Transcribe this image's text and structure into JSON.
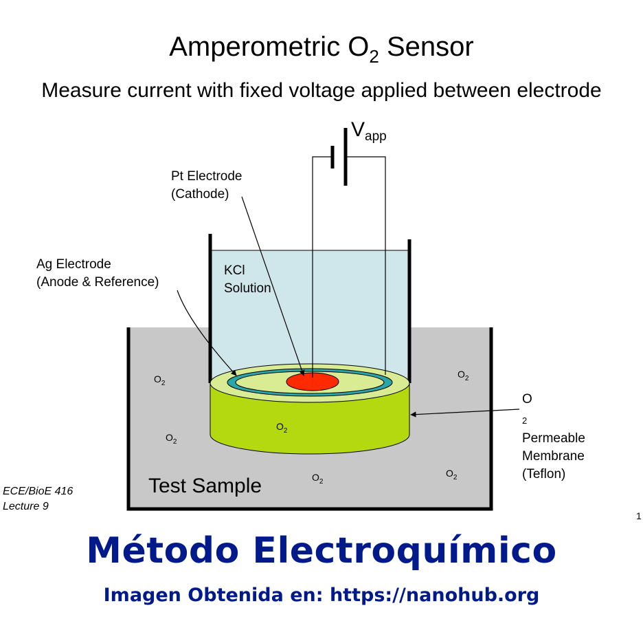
{
  "title": {
    "main": "Amperometric O",
    "sub": "2",
    "tail": " Sensor"
  },
  "subtitle": "Measure current with fixed voltage applied between electrode",
  "labels": {
    "vapp": {
      "main": "V",
      "sub": "app"
    },
    "pt_electrode": [
      "Pt Electrode",
      "(Cathode)"
    ],
    "ag_electrode": [
      "Ag Electrode",
      "(Anode & Reference)"
    ],
    "kcl_solution": [
      "KCl",
      "Solution"
    ],
    "membrane": {
      "line1_main": "O",
      "line1_sub": "2",
      "line1_tail": " Permeable",
      "line2": "Membrane",
      "line3": "(Teflon)"
    },
    "test_sample": "Test Sample",
    "o2": {
      "main": "O",
      "sub": "2"
    }
  },
  "footer": {
    "course": "ECE/BioE 416",
    "lecture": "Lecture 9",
    "page": "1"
  },
  "banner": {
    "heading": "Método Electroquímico",
    "source": "Imagen Obtenida en: https://nanohub.org"
  },
  "colors": {
    "kcl": "#cfe7ea",
    "sample": "#c8c8c8",
    "membrane_side": "#b5d910",
    "membrane_top": "#d9ec94",
    "ag_ring": "#2aa6a8",
    "pt_disk": "#ff2a00",
    "banner_text": "#001a8c"
  }
}
